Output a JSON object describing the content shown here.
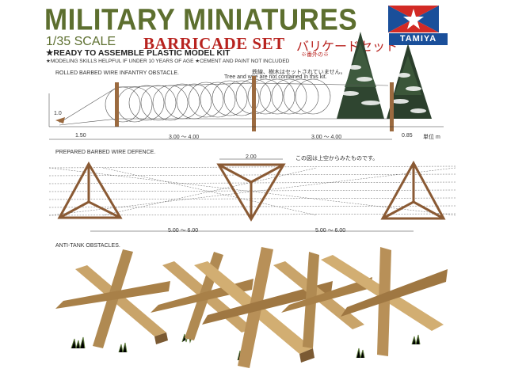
{
  "header": {
    "brand_line": "MILITARY MINIATURES",
    "scale": "1/35 SCALE",
    "set_title": "BARRICADE SET",
    "set_title_jp": "バリケードセット",
    "set_title_jp_small": "※番外の※",
    "ready_line": "★READY TO ASSEMBLE PLASTIC MODEL KIT",
    "modeling_line": "★MODELING SKILLS HELPFUL IF UNDER 10 YEARS OF AGE ★CEMENT AND PAINT NOT INCLUDED",
    "logo_word": "TAMIYA"
  },
  "sections": {
    "rolled": {
      "label": "ROLLED BARBED WIRE INFANTRY OBSTACLE.",
      "note_jp": "鉄線、樹木はセットされていません。",
      "note_en": "Tree and wire are not contained in this kit.",
      "dim_height": "1.0",
      "dim_a": "1.50",
      "dim_b": "3.00 ～ 4.00",
      "dim_c": "3.00 ～ 4.00",
      "dim_d": "0.85",
      "unit": "単位 m"
    },
    "prepared": {
      "label": "PREPARED BARBED WIRE DEFENCE.",
      "dim_top": "2.00",
      "note_jp": "この図は上空からみたものです。",
      "dim_a": "5.00 ～ 6.00",
      "dim_b": "5.00 ～ 6.00"
    },
    "antitank": {
      "label": "ANTI-TANK OBSTACLES."
    }
  },
  "colors": {
    "olive_title": "#5d6f2f",
    "red_title": "#b8231f",
    "tamiya_blue": "#1a4f9a",
    "tamiya_red": "#d22a25",
    "wood": "#9b6a3f",
    "steel_light": "#c9a46a",
    "steel_dark": "#7b5a33"
  }
}
